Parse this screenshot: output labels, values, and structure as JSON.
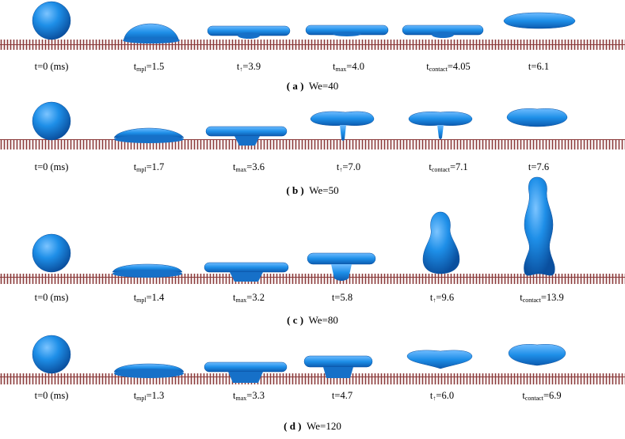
{
  "colors": {
    "drop_light": "#7cc4ff",
    "drop_mid": "#1e8fe8",
    "drop_dark": "#0a4f9e",
    "substrate": "#8b3a3a"
  },
  "rows": [
    {
      "caption": {
        "letter": "( a )",
        "text": "We=40"
      },
      "frames": [
        {
          "prefix": "t=0 (ms)",
          "sub": "",
          "value": ""
        },
        {
          "prefix": "t",
          "sub": "mpl",
          "value": "=1.5"
        },
        {
          "prefix": "t",
          "sub": "↑",
          "value": "=3.9"
        },
        {
          "prefix": "t",
          "sub": "max",
          "value": "=4.0"
        },
        {
          "prefix": "t",
          "sub": "contact",
          "value": "=4.05"
        },
        {
          "prefix": "t=6.1",
          "sub": "",
          "value": ""
        }
      ]
    },
    {
      "caption": {
        "letter": "( b )",
        "text": "We=50"
      },
      "frames": [
        {
          "prefix": "t=0 (ms)",
          "sub": "",
          "value": ""
        },
        {
          "prefix": "t",
          "sub": "mpl",
          "value": "=1.7"
        },
        {
          "prefix": "t",
          "sub": "max",
          "value": "=3.6"
        },
        {
          "prefix": "t",
          "sub": "↑",
          "value": "=7.0"
        },
        {
          "prefix": "t",
          "sub": "contact",
          "value": "=7.1"
        },
        {
          "prefix": "t=7.6",
          "sub": "",
          "value": ""
        }
      ]
    },
    {
      "caption": {
        "letter": "( c )",
        "text": "We=80"
      },
      "frames": [
        {
          "prefix": "t=0 (ms)",
          "sub": "",
          "value": ""
        },
        {
          "prefix": "t",
          "sub": "mpl",
          "value": "=1.4"
        },
        {
          "prefix": "t",
          "sub": "max",
          "value": "=3.2"
        },
        {
          "prefix": "t=5.8",
          "sub": "",
          "value": ""
        },
        {
          "prefix": "t",
          "sub": "↑",
          "value": "=9.6"
        },
        {
          "prefix": "t",
          "sub": "contact",
          "value": "=13.9"
        }
      ]
    },
    {
      "caption": {
        "letter": "( d )",
        "text": "We=120"
      },
      "frames": [
        {
          "prefix": "t=0 (ms)",
          "sub": "",
          "value": ""
        },
        {
          "prefix": "t",
          "sub": "mpl",
          "value": "=1.3"
        },
        {
          "prefix": "t",
          "sub": "max",
          "value": "=3.3"
        },
        {
          "prefix": "t=4.7",
          "sub": "",
          "value": ""
        },
        {
          "prefix": "t",
          "sub": "↑",
          "value": "=6.0"
        },
        {
          "prefix": "t",
          "sub": "contact",
          "value": "=6.9"
        }
      ]
    }
  ]
}
